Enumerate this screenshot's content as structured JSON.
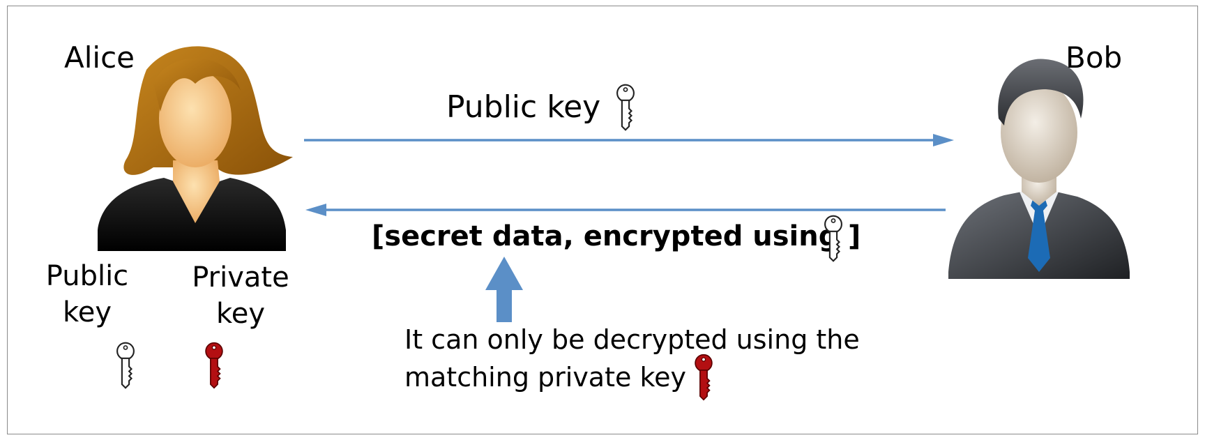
{
  "diagram": {
    "alice": {
      "name": "Alice",
      "public_key_label": "Public\nkey",
      "private_key_label": "Private\nkey"
    },
    "bob": {
      "name": "Bob"
    },
    "messages": {
      "public_key": "Public key",
      "secret_open": "[secret data, encrypted using",
      "secret_close": "]"
    },
    "note": {
      "line1": "It can only be decrypted using the",
      "line2": "matching private key"
    },
    "colors": {
      "arrow": "#5b8fc7",
      "public_key": "#ffffff",
      "private_key": "#b30f12",
      "frame": "#8a8a8a"
    },
    "icons": {
      "public_key": "white-key-icon",
      "private_key": "red-key-icon",
      "alice": "woman-avatar-icon",
      "bob": "businessman-avatar-icon"
    }
  }
}
